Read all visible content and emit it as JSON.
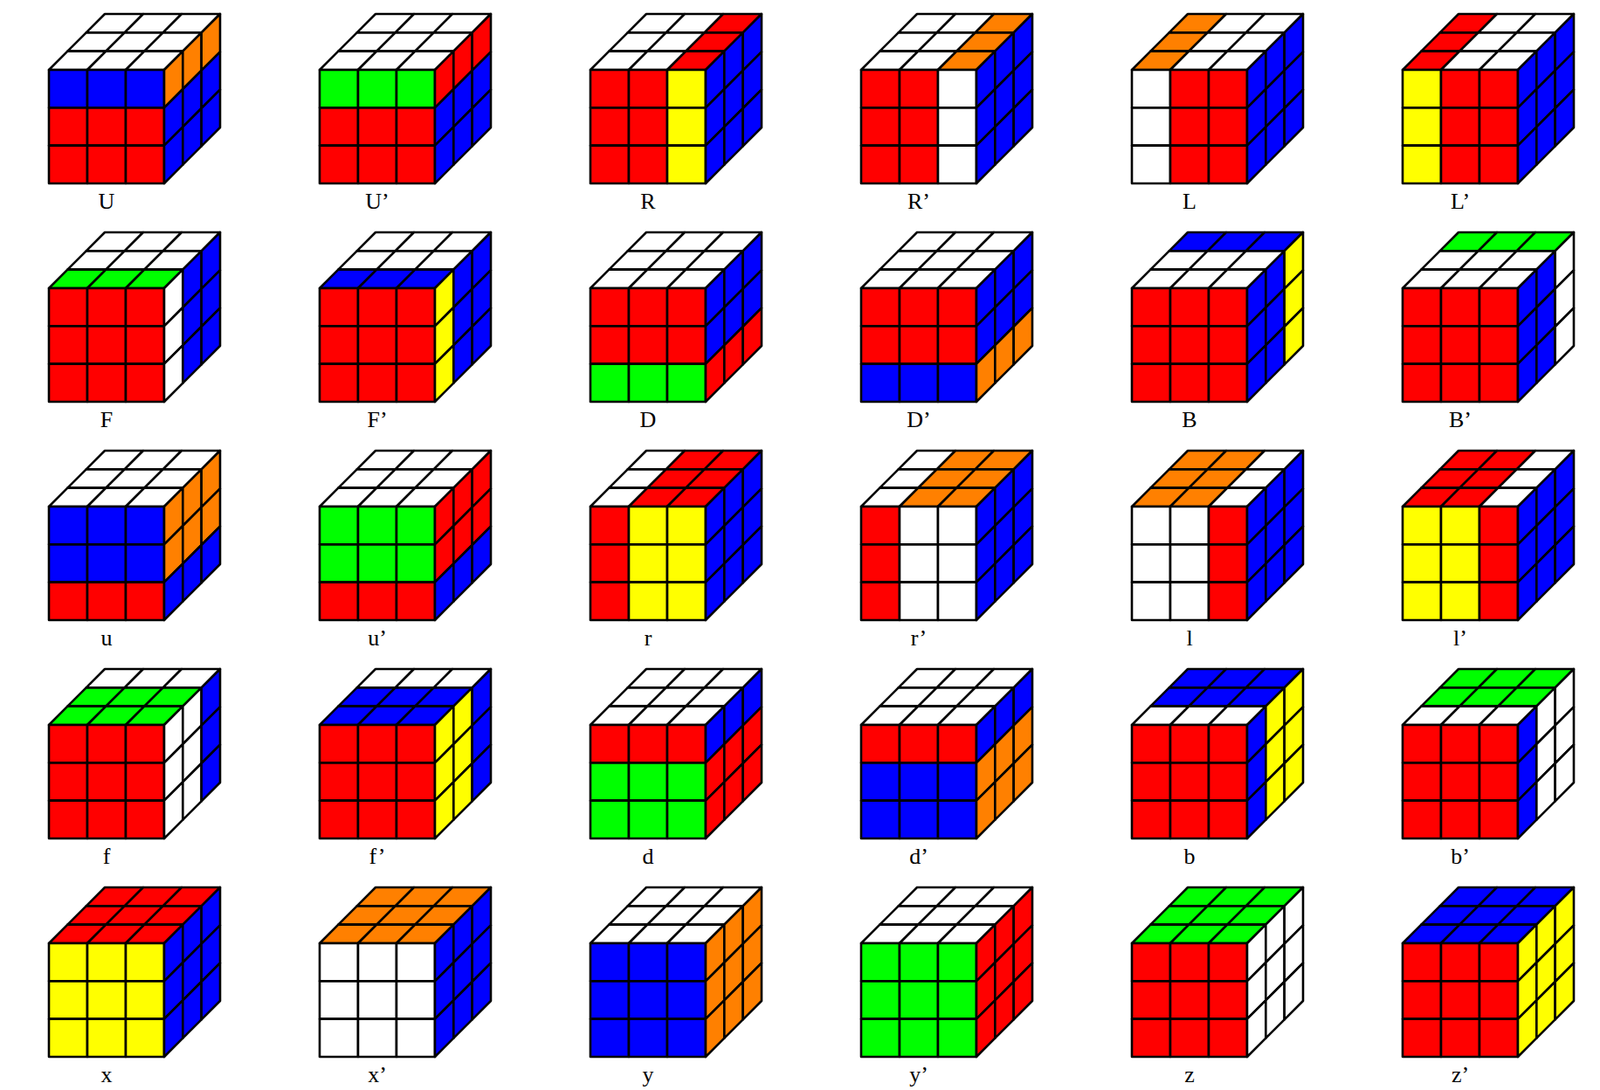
{
  "diagram": {
    "labels": [
      "U",
      "U’",
      "R",
      "R’",
      "L",
      "L’",
      "F",
      "F’",
      "D",
      "D’",
      "B",
      "B’",
      "u",
      "u’",
      "r",
      "r’",
      "l",
      "l’",
      "f",
      "f’",
      "d",
      "d’",
      "b",
      "b’",
      "x",
      "x’",
      "y",
      "y’",
      "z",
      "z’"
    ]
  }
}
